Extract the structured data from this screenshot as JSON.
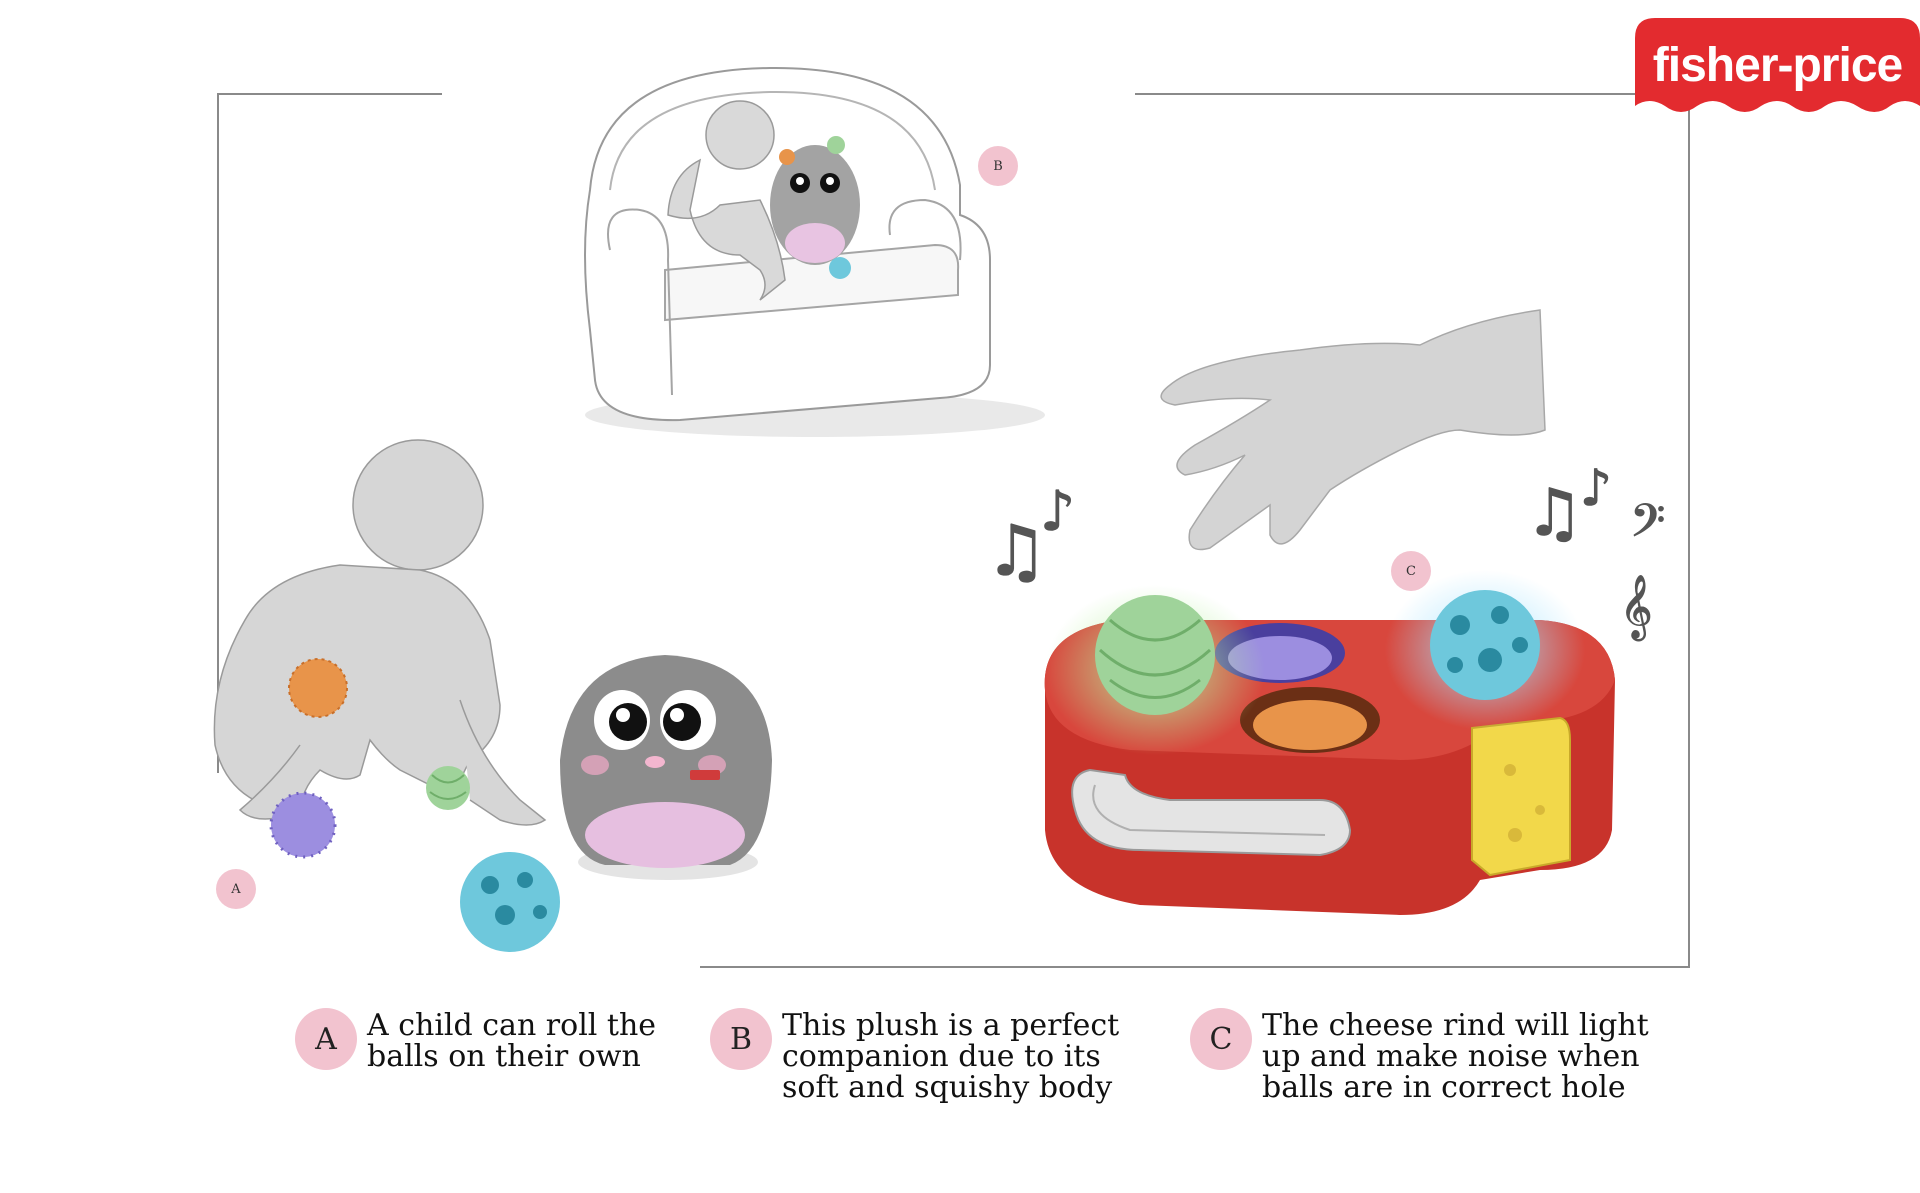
{
  "logo": {
    "text": "fisher-price"
  },
  "markers": {
    "a": "A",
    "b": "B",
    "c": "C"
  },
  "captions": [
    {
      "letter": "A",
      "text": "A child can roll the\nballs on their own"
    },
    {
      "letter": "B",
      "text": "This plush is a perfect\ncompanion due to its\nsoft and squishy body"
    },
    {
      "letter": "C",
      "text": "The cheese rind will light\nup and make noise when\nballs are in correct hole"
    }
  ],
  "colors": {
    "brand_red": "#e32b2f",
    "marker_pink": "#f2c3cf",
    "toy_red": "#c8332b",
    "cheese_yellow": "#f2d84a",
    "ball_green": "#9fd39a",
    "ball_blue": "#6ec8dc",
    "ball_orange": "#e8944a",
    "ball_purple": "#9c8ee0",
    "plush_gray": "#8c8c8c",
    "sketch_gray": "#d3d3d3"
  }
}
